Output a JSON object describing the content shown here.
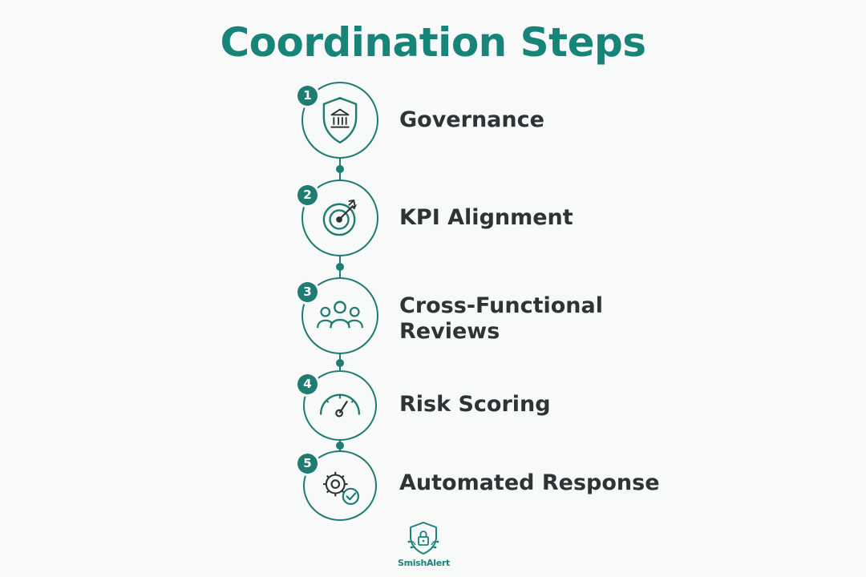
{
  "title": "Coordination Steps",
  "steps": [
    {
      "number": "1",
      "label": "Governance",
      "icon": "shield-bank-icon"
    },
    {
      "number": "2",
      "label": "KPI Alignment",
      "icon": "target-icon"
    },
    {
      "number": "3",
      "label_lines": [
        "Cross-Functional",
        "Reviews"
      ],
      "icon": "team-icon"
    },
    {
      "number": "4",
      "label": "Risk Scoring",
      "icon": "gauge-icon"
    },
    {
      "number": "5",
      "label": "Automated Response",
      "icon": "gear-check-icon"
    }
  ],
  "brand": {
    "name": "SmishAlert",
    "icon": "shield-lock-icon"
  },
  "colors": {
    "accent": "#17847a",
    "line": "#1e7c73",
    "text": "#2f3336",
    "background": "#f8f9f9"
  }
}
